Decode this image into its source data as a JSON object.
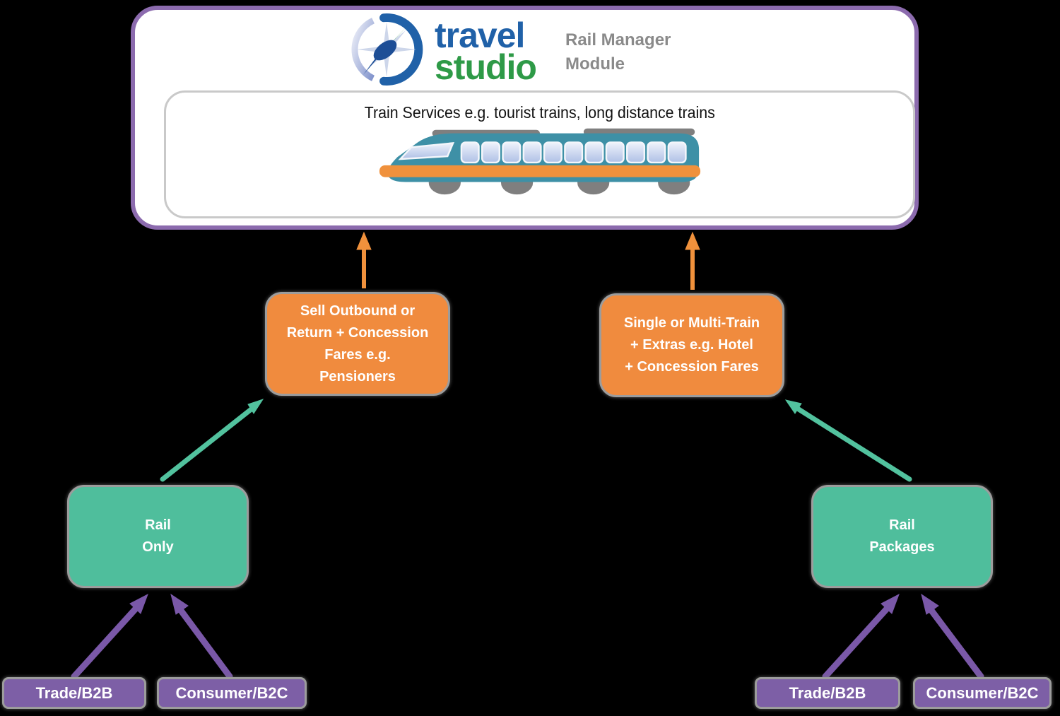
{
  "colors": {
    "background": "#000000",
    "orange": "#F08B3E",
    "teal": "#4FBE9C",
    "purple": "#7D5FA6",
    "purple_arrow": "#7A58A8",
    "teal_arrow": "#52C29E",
    "orange_arrow": "#F0913C",
    "main_border": "#8C6BAE",
    "node_border": "#9C9C9C",
    "inner_border": "#C9C9C9",
    "gray_text": "#8A8A8A",
    "logo_blue": "#2061A8",
    "logo_green": "#2E9A47",
    "train_body": "#3E90A6",
    "train_gray": "#7F7F7F",
    "train_stripe": "#F0913C",
    "window_blue": "#C3D0EC"
  },
  "header": {
    "logo_word1": "travel",
    "logo_word2": "studio",
    "module_line1": "Rail Manager",
    "module_line2": "Module"
  },
  "train_section": {
    "title": "Train Services e.g. tourist trains, long distance trains"
  },
  "nodes": {
    "sell_outbound": {
      "lines": [
        "Sell Outbound or",
        "Return + Concession",
        "Fares e.g.",
        "Pensioners"
      ]
    },
    "single_multi": {
      "lines": [
        "Single or Multi-Train",
        "+ Extras e.g. Hotel",
        "+ Concession Fares"
      ]
    },
    "rail_only": {
      "lines": [
        "Rail",
        "Only"
      ]
    },
    "rail_packages": {
      "lines": [
        "Rail",
        "Packages"
      ]
    },
    "trade_b2b_left": {
      "label": "Trade/B2B"
    },
    "consumer_b2c_left": {
      "label": "Consumer/B2C"
    },
    "trade_b2b_right": {
      "label": "Trade/B2B"
    },
    "consumer_b2c_right": {
      "label": "Consumer/B2C"
    }
  }
}
